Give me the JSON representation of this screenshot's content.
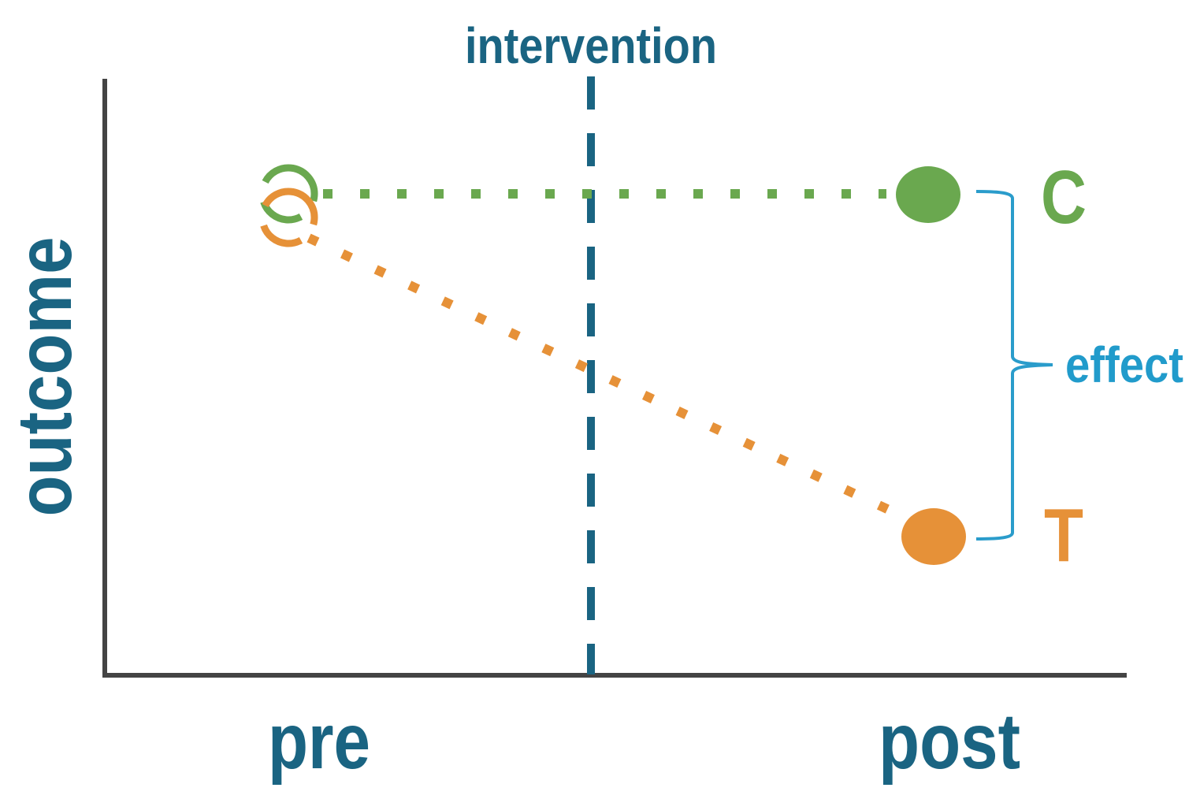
{
  "title": "intervention",
  "y_axis_label": "outcome",
  "x_labels": {
    "pre": "pre",
    "post": "post"
  },
  "groups": {
    "control": {
      "label": "C",
      "color": "#6aa84f"
    },
    "treatment": {
      "label": "T",
      "color": "#e69138"
    }
  },
  "effect_label": "effect",
  "colors": {
    "axis": "#444444",
    "intervention": "#1a6482",
    "effect": "#219bcb"
  }
}
